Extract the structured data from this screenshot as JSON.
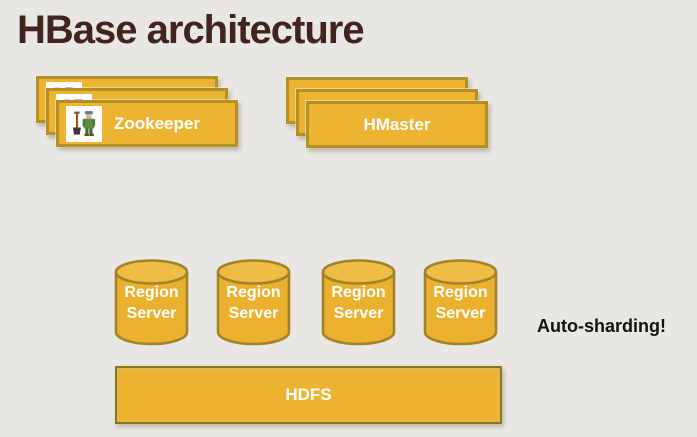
{
  "title": "HBase architecture",
  "colors": {
    "background": "#E9E7E3",
    "shape_fill": "#EDB431",
    "shape_border": "#B38F26",
    "title_text": "#40241D",
    "shape_label_text": "#FFFFFF",
    "annotation_text": "#121212"
  },
  "diagram": {
    "zookeeper": {
      "label": "Zookeeper",
      "layers": 3,
      "icon": "zookeeper-person-icon"
    },
    "hmaster": {
      "label": "HMaster",
      "layers": 3
    },
    "region_servers": [
      {
        "label": "Region Server"
      },
      {
        "label": "Region Server"
      },
      {
        "label": "Region Server"
      },
      {
        "label": "Region Server"
      }
    ],
    "hdfs": {
      "label": "HDFS"
    },
    "annotation": "Auto-sharding!"
  }
}
